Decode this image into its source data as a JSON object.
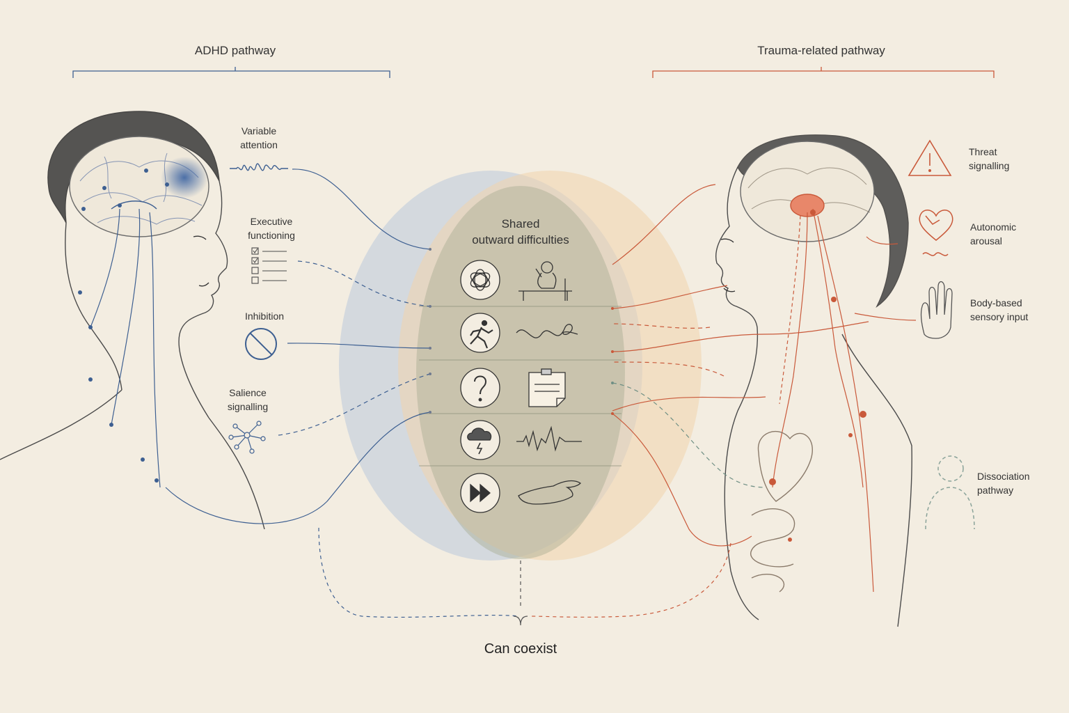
{
  "headers": {
    "left": "ADHD pathway",
    "right": "Trauma-related pathway"
  },
  "left_labels": [
    {
      "line1": "Variable",
      "line2": "attention"
    },
    {
      "line1": "Executive",
      "line2": "functioning"
    },
    {
      "line1": "Inhibition",
      "line2": ""
    },
    {
      "line1": "Salience",
      "line2": "signalling"
    }
  ],
  "right_labels": [
    {
      "line1": "Threat",
      "line2": "signalling"
    },
    {
      "line1": "Autonomic",
      "line2": "arousal"
    },
    {
      "line1": "Body-based",
      "line2": "sensory input"
    },
    {
      "line1": "Dissociation",
      "line2": "pathway"
    }
  ],
  "shared": {
    "line1": "Shared",
    "line2": "outward difficulties"
  },
  "footer": "Can coexist",
  "colors": {
    "adhd": "#3d5f91",
    "trauma": "#c9593a",
    "background": "#f3ede1",
    "adhd_fill": "#b9c9dd",
    "trauma_fill": "#f0d3ad",
    "overlap_fill": "#b9bda4"
  },
  "shared_icons": [
    {
      "left": "tangled-thoughts-icon",
      "right": "person-slumped-at-desk-icon"
    },
    {
      "left": "running-person-icon",
      "right": "squiggle-line-icon"
    },
    {
      "left": "question-mark-icon",
      "right": "sticky-note-icon"
    },
    {
      "left": "storm-cloud-icon",
      "right": "jagged-wave-icon"
    },
    {
      "left": "fast-forward-icon",
      "right": "hand-icon"
    }
  ]
}
